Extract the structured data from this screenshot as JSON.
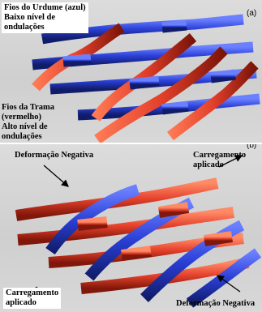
{
  "panel_a": {
    "tag": "(a)",
    "warp_label": "Fios do Urdume (azul)\nBaixo nível de\nondulações",
    "weft_label": "Fios da Trama\n(vermelho)\nAlto nível de\nondulações"
  },
  "panel_b": {
    "tag": "(b)",
    "neg_def_top": "Deformação Negativa",
    "load_top": "Carregamento\naplicado",
    "load_bottom": "Carregamento\naplicado",
    "neg_def_bottom": "Deformação Negativa"
  },
  "colors": {
    "warp": "#2a3fd6",
    "weft": "#e4402a",
    "background": "#d4d4d4"
  }
}
